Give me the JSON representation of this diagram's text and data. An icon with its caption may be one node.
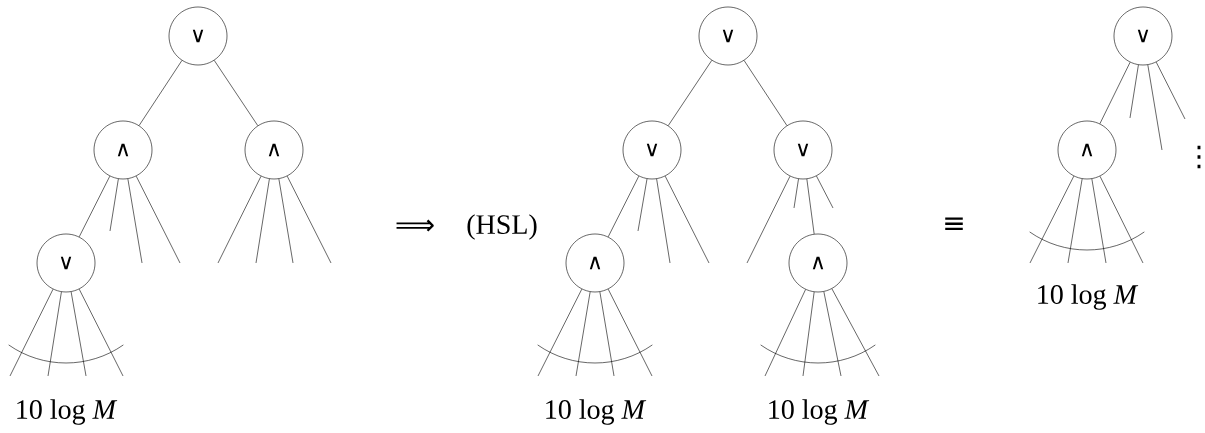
{
  "diagram": {
    "nodes": [
      {
        "text": [
          "∨"
        ]
      },
      {
        "text": [
          "∧"
        ]
      },
      {
        "text": [
          "∧"
        ]
      },
      {
        "text": [
          "∨"
        ]
      },
      {
        "text": [
          "∨"
        ]
      },
      {
        "text": [
          "∨"
        ]
      },
      {
        "text": [
          "∨"
        ]
      },
      {
        "text": [
          "∧"
        ]
      },
      {
        "text": [
          "∧"
        ]
      },
      {
        "text": [
          "∨"
        ]
      },
      {
        "text": [
          "∧"
        ]
      }
    ],
    "edges": [
      {
        "from": 0,
        "to": 1,
        "arrow": "none"
      },
      {
        "from": 0,
        "to": 2,
        "arrow": "none"
      },
      {
        "from": 1,
        "to": 3,
        "arrow": "none"
      },
      {
        "from": 1,
        "to": null,
        "arrow": "none"
      },
      {
        "from": 1,
        "to": null,
        "arrow": "none"
      },
      {
        "from": 1,
        "to": null,
        "arrow": "none"
      },
      {
        "from": 2,
        "to": null,
        "arrow": "none"
      },
      {
        "from": 2,
        "to": null,
        "arrow": "none"
      },
      {
        "from": 2,
        "to": null,
        "arrow": "none"
      },
      {
        "from": 2,
        "to": null,
        "arrow": "none"
      },
      {
        "from": 3,
        "to": null,
        "arrow": "none"
      },
      {
        "from": 3,
        "to": null,
        "arrow": "none"
      },
      {
        "from": 3,
        "to": null,
        "arrow": "none"
      },
      {
        "from": 3,
        "to": null,
        "arrow": "none"
      },
      {
        "from": 4,
        "to": 5,
        "arrow": "none"
      },
      {
        "from": 4,
        "to": 6,
        "arrow": "none"
      },
      {
        "from": 5,
        "to": 7,
        "arrow": "none"
      },
      {
        "from": 5,
        "to": null,
        "arrow": "none"
      },
      {
        "from": 5,
        "to": null,
        "arrow": "none"
      },
      {
        "from": 5,
        "to": null,
        "arrow": "none"
      },
      {
        "from": 6,
        "to": null,
        "arrow": "none"
      },
      {
        "from": 6,
        "to": null,
        "arrow": "none"
      },
      {
        "from": 6,
        "to": 8,
        "arrow": "none"
      },
      {
        "from": 6,
        "to": null,
        "arrow": "none"
      },
      {
        "from": 7,
        "to": null,
        "arrow": "none"
      },
      {
        "from": 7,
        "to": null,
        "arrow": "none"
      },
      {
        "from": 7,
        "to": null,
        "arrow": "none"
      },
      {
        "from": 7,
        "to": null,
        "arrow": "none"
      },
      {
        "from": 8,
        "to": null,
        "arrow": "none"
      },
      {
        "from": 8,
        "to": null,
        "arrow": "none"
      },
      {
        "from": 8,
        "to": null,
        "arrow": "none"
      },
      {
        "from": 8,
        "to": null,
        "arrow": "none"
      },
      {
        "from": 9,
        "to": 10,
        "arrow": "none"
      },
      {
        "from": 9,
        "to": null,
        "arrow": "none"
      },
      {
        "from": 9,
        "to": null,
        "arrow": "none"
      },
      {
        "from": 9,
        "to": null,
        "arrow": "none"
      },
      {
        "from": 10,
        "to": null,
        "arrow": "none"
      },
      {
        "from": 10,
        "to": null,
        "arrow": "none"
      },
      {
        "from": 10,
        "to": null,
        "arrow": "none"
      },
      {
        "from": 10,
        "to": null,
        "arrow": "none"
      }
    ],
    "labels": [
      "10 log *M*",
      "⟹",
      "(HSL)",
      "10 log *M*",
      "10 log *M*",
      "≡",
      "10 log *M*",
      "⋮"
    ]
  }
}
